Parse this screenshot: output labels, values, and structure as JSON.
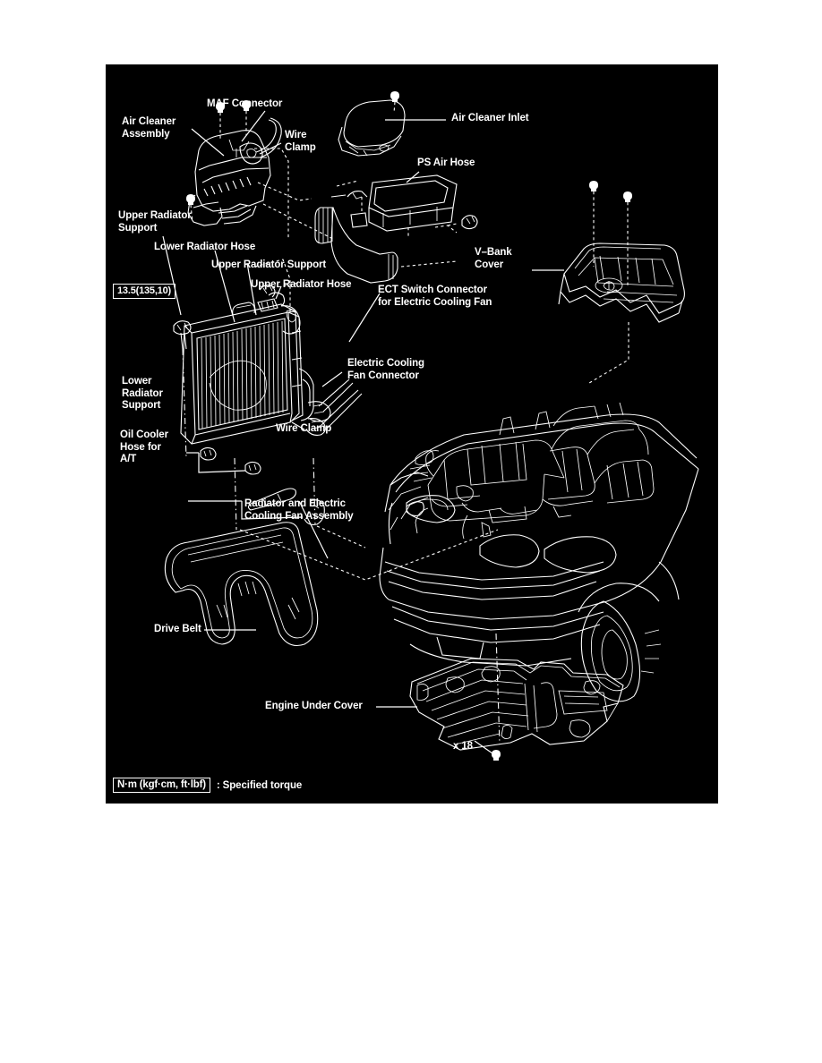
{
  "document": {
    "type": "automotive-service-diagram",
    "title_visible": false,
    "background": "#ffffff",
    "panel_background": "#000000",
    "line_color": "#ffffff"
  },
  "callouts": [
    {
      "id": "maf-connector",
      "text": "MAF Connector"
    },
    {
      "id": "air-cleaner-assembly",
      "text": "Air Cleaner\nAssembly"
    },
    {
      "id": "wire-clamp-top",
      "text": "Wire\nClamp"
    },
    {
      "id": "air-cleaner-inlet",
      "text": "Air Cleaner Inlet"
    },
    {
      "id": "ps-air-hose",
      "text": "PS Air Hose"
    },
    {
      "id": "upper-radiator-support-left",
      "text": "Upper Radiator\nSupport"
    },
    {
      "id": "lower-radiator-hose",
      "text": "Lower Radiator Hose"
    },
    {
      "id": "upper-radiator-support-mid",
      "text": "Upper Radiator Support"
    },
    {
      "id": "upper-radiator-hose",
      "text": "Upper Radiator Hose"
    },
    {
      "id": "ect-switch-connector",
      "text": "ECT Switch Connector\nfor Electric Cooling Fan"
    },
    {
      "id": "v-bank-cover",
      "text": "V–Bank\nCover"
    },
    {
      "id": "electric-cooling-fan-connector",
      "text": "Electric Cooling\nFan Connector"
    },
    {
      "id": "lower-radiator-support",
      "text": "Lower\nRadiator\nSupport"
    },
    {
      "id": "oil-cooler-hose",
      "text": "Oil Cooler\nHose for\nA/T"
    },
    {
      "id": "wire-clamp-bottom",
      "text": "Wire Clamp"
    },
    {
      "id": "radiator-and-fan-assembly",
      "text": "Radiator and Electric\nCooling Fan Assembly"
    },
    {
      "id": "drive-belt",
      "text": "Drive Belt"
    },
    {
      "id": "engine-under-cover",
      "text": "Engine Under Cover"
    },
    {
      "id": "bolt-quantity",
      "text": "x 18"
    }
  ],
  "torque_spec": {
    "value": "13.5(135,10)"
  },
  "legend": {
    "units_box": "N·m (kgf·cm, ft·lbf)",
    "separator": ":",
    "description": "Specified torque",
    "combined": ": Specified torque"
  }
}
